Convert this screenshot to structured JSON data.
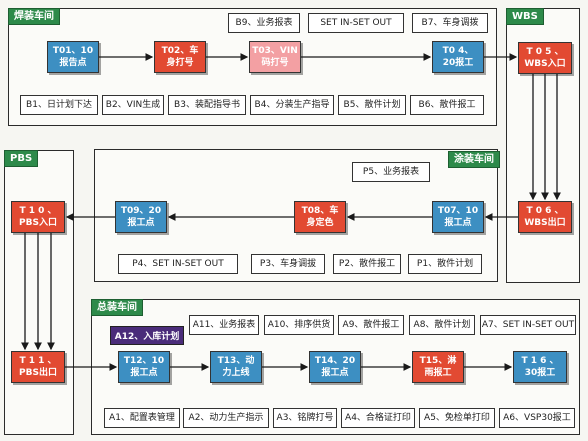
{
  "sections": {
    "welding": "焊装车间",
    "wbs": "WBS",
    "pbs": "PBS",
    "painting": "涂装车间",
    "assembly": "总装车间"
  },
  "welding": {
    "top_labels": [
      "B9、业务报表",
      "SET IN-SET OUT",
      "B7、车身调拨"
    ],
    "nodes": [
      "T01、10\n报告点",
      "T02、车\n身打号",
      "T03、VIN\n码打号",
      "T0 4、\n20报工"
    ],
    "bottom_labels": [
      "B1、日计划下达",
      "B2、VIN生成",
      "B3、装配指导书",
      "B4、分装生产指导",
      "B5、散件计划",
      "B6、散件报工"
    ]
  },
  "wbs": {
    "nodes": [
      "T 0 5 、\nWBS入口",
      "T 0 6 、\nWBS出口"
    ]
  },
  "painting": {
    "top_labels": [
      "P5、业务报表"
    ],
    "nodes": [
      "T09、20\n报工点",
      "T08、车\n身定色",
      "T07、10\n报工点"
    ],
    "bottom_labels": [
      "P4、SET IN-SET OUT",
      "P3、车身调拔",
      "P2、散件报工",
      "P1、散件计划"
    ]
  },
  "pbs": {
    "nodes": [
      "T 1 0 、\nPBS入口",
      "T 1 1 、\nPBS出口"
    ]
  },
  "assembly": {
    "badge": "A12、入库计划",
    "top_labels": [
      "A11、业务报表",
      "A10、排序供货",
      "A9、散件报工",
      "A8、散件计划",
      "A7、SET IN-SET OUT"
    ],
    "nodes": [
      "T12、10\n报工点",
      "T13、动\n力上线",
      "T14、20\n报工点",
      "T15、淋\n雨报工",
      "T 1 6 、\n30报工"
    ],
    "bottom_labels": [
      "A1、配置表管理",
      "A2、动力生产指示",
      "A3、铭牌打号",
      "A4、合格证打印",
      "A5、免检单打印",
      "A6、VSP30报工"
    ]
  },
  "colors": {
    "report_node": "#3d8fc2",
    "process_node": "#e24a32",
    "vin_node": "#f3a0a3",
    "section_tag": "#2d8a4a",
    "badge": "#4a2c7a"
  }
}
